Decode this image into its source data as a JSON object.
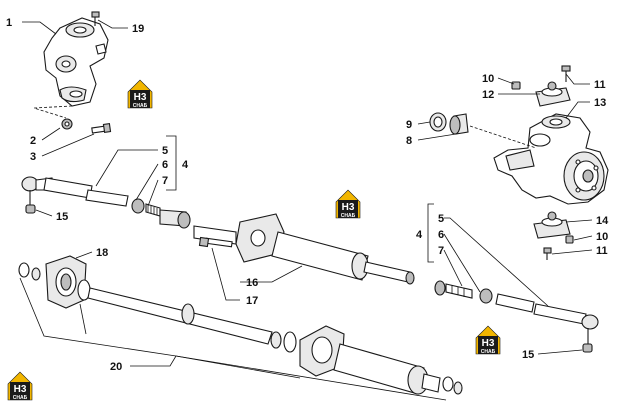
{
  "logo": {
    "mark": "H3",
    "caption": "CHAБ",
    "color_yellow": "#f2b600",
    "color_dark": "#1a1a1a"
  },
  "callouts": {
    "c1": "1",
    "c19": "19",
    "c2": "2",
    "c3": "3",
    "c10a": "10",
    "c11a": "11",
    "c12": "12",
    "c13": "13",
    "c9": "9",
    "c8": "8",
    "c5a": "5",
    "c6a": "6",
    "c7a": "7",
    "c4a": "4",
    "c15a": "15",
    "c14": "14",
    "c10b": "10",
    "c11b": "11",
    "c4b": "4",
    "c5b": "5",
    "c6b": "6",
    "c7b": "7",
    "c18": "18",
    "c16": "16",
    "c17": "17",
    "c20": "20",
    "c15b": "15"
  }
}
